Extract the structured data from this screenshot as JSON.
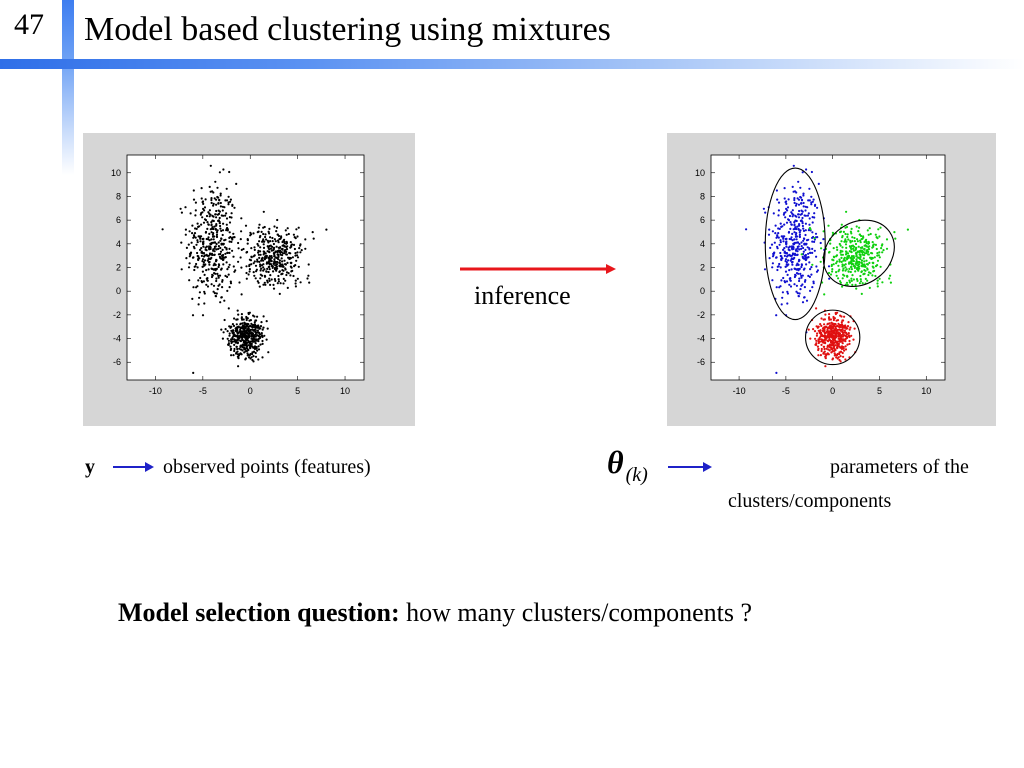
{
  "slide": {
    "number": "47",
    "title": "Model based clustering using mixtures",
    "colors": {
      "accent_blue": "#2f6fe8",
      "arrow_red": "#e8161b",
      "arrow_blue": "#1f22c8"
    }
  },
  "middle": {
    "label": "inference"
  },
  "legend": {
    "y_symbol": "y",
    "y_desc": "observed points (features)",
    "theta_symbol": "θ",
    "theta_sub": "(k)",
    "theta_desc_line1": "parameters of the",
    "theta_desc_line2": "clusters/components"
  },
  "question": {
    "bold": "Model selection question:",
    "rest": " how many clusters/components ?"
  },
  "chart_data": [
    {
      "type": "scatter",
      "title": "",
      "xlim": [
        -13,
        12
      ],
      "ylim": [
        -7.5,
        11.5
      ],
      "x_ticks": [
        -10,
        -5,
        0,
        5,
        10
      ],
      "x_tick_labels": [
        "-10",
        "-5",
        "0",
        "5",
        "10"
      ],
      "y_ticks": [
        -6,
        -4,
        -2,
        0,
        2,
        4,
        6,
        8,
        10
      ],
      "y_tick_labels": [
        "-6",
        "-4",
        "-2",
        "0",
        "2",
        "4",
        "6",
        "8",
        "10"
      ],
      "grid": false,
      "series": [
        {
          "color": "#000000",
          "cluster": {
            "mean": [
              -4,
              4
            ],
            "sd": [
              1.3,
              2.6
            ],
            "n": 420
          }
        },
        {
          "color": "#000000",
          "cluster": {
            "mean": [
              2.5,
              3
            ],
            "sd": [
              1.6,
              1.3
            ],
            "n": 380
          }
        },
        {
          "color": "#000000",
          "cluster": {
            "mean": [
              -0.5,
              -3.8
            ],
            "sd": [
              1.0,
              0.9
            ],
            "n": 420
          }
        }
      ]
    },
    {
      "type": "scatter",
      "title": "",
      "xlim": [
        -13,
        12
      ],
      "ylim": [
        -7.5,
        11.5
      ],
      "x_ticks": [
        -10,
        -5,
        0,
        5,
        10
      ],
      "x_tick_labels": [
        "-10",
        "-5",
        "0",
        "5",
        "10"
      ],
      "y_ticks": [
        -6,
        -4,
        -2,
        0,
        2,
        4,
        6,
        8,
        10
      ],
      "y_tick_labels": [
        "-6",
        "-4",
        "-2",
        "0",
        "2",
        "4",
        "6",
        "8",
        "10"
      ],
      "grid": false,
      "series": [
        {
          "color": "#1010d0",
          "cluster": {
            "mean": [
              -4,
              4
            ],
            "sd": [
              1.3,
              2.6
            ],
            "n": 420
          },
          "ellipse": {
            "cx": -4,
            "cy": 4,
            "rx": 3.2,
            "ry": 6.4,
            "angle": 0
          }
        },
        {
          "color": "#10d010",
          "cluster": {
            "mean": [
              2.5,
              3
            ],
            "sd": [
              1.6,
              1.3
            ],
            "n": 380
          },
          "ellipse": {
            "cx": 2.8,
            "cy": 3.2,
            "rx": 4.0,
            "ry": 2.6,
            "angle": -35
          }
        },
        {
          "color": "#e01010",
          "cluster": {
            "mean": [
              0,
              -3.8
            ],
            "sd": [
              1.0,
              0.9
            ],
            "n": 420
          },
          "ellipse": {
            "cx": 0,
            "cy": -3.9,
            "rx": 2.9,
            "ry": 2.3,
            "angle": 0
          }
        }
      ]
    }
  ]
}
